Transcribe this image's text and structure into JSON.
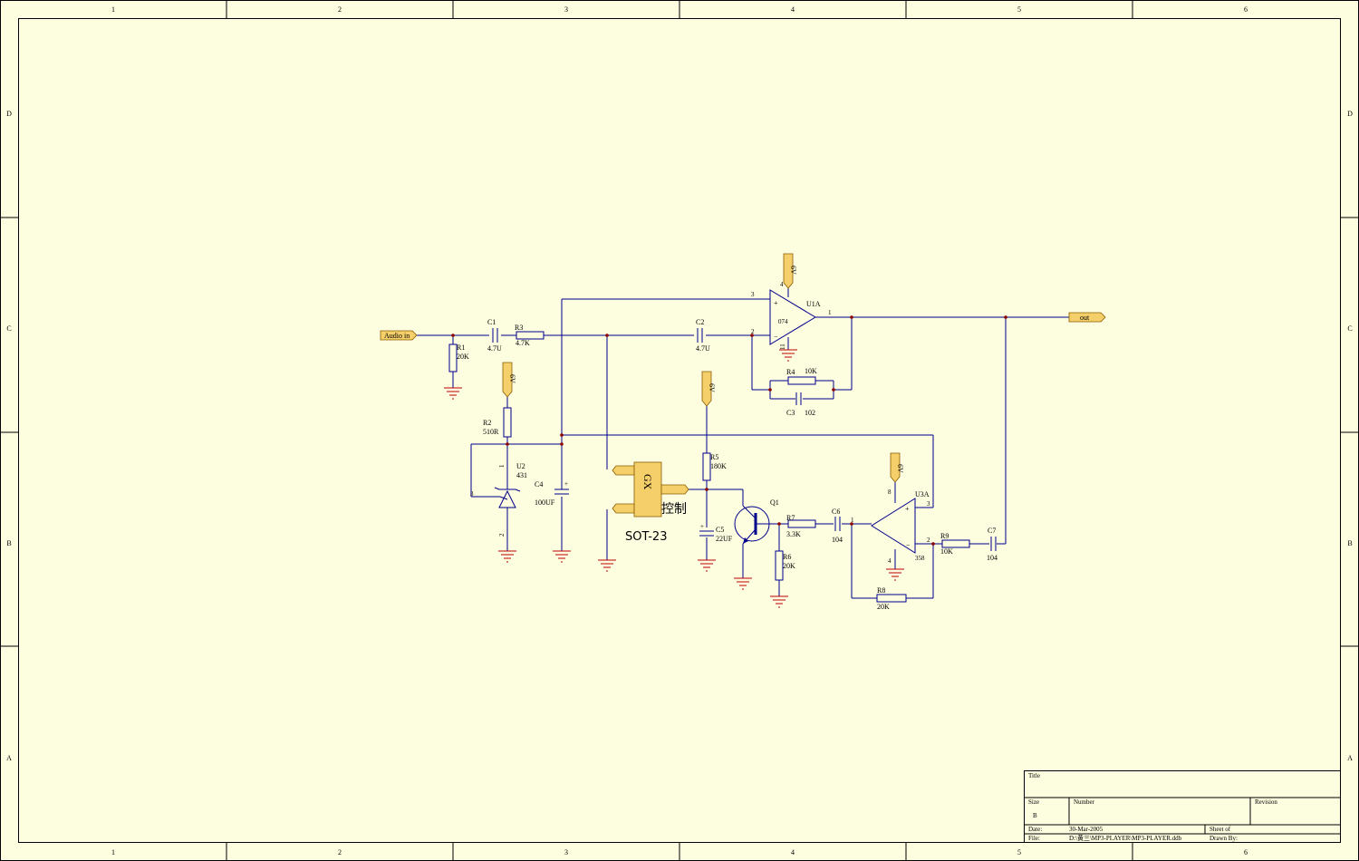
{
  "border": {
    "columns": [
      "1",
      "2",
      "3",
      "4",
      "5",
      "6"
    ],
    "rows": [
      "D",
      "C",
      "B",
      "A"
    ]
  },
  "ports": {
    "input": "Audio in",
    "output": "out"
  },
  "power_flags": {
    "u1_vcc": "6V",
    "r2_vcc": "6V",
    "r5_vcc": "6V",
    "u3_vcc": "6V"
  },
  "components": {
    "c1": {
      "ref": "C1",
      "value": "4.7U"
    },
    "r1": {
      "ref": "R1",
      "value": "20K"
    },
    "r3": {
      "ref": "R3",
      "value": "4.7K"
    },
    "c2": {
      "ref": "C2",
      "value": "4.7U"
    },
    "u1": {
      "ref": "U1A",
      "value": "074",
      "pin_plus": "3",
      "pin_minus": "2",
      "pin_out": "1",
      "pin_vcc": "4",
      "pin_gnd": "11"
    },
    "r4": {
      "ref": "R4",
      "value": "10K"
    },
    "c3": {
      "ref": "C3",
      "value": "102"
    },
    "r2": {
      "ref": "R2",
      "value": "510R"
    },
    "u2": {
      "ref": "U2",
      "value": "431",
      "pin_a": "1",
      "pin_b": "2",
      "pin_c": "3"
    },
    "c4": {
      "ref": "C4",
      "value": "100UF"
    },
    "gx": {
      "label": "GX",
      "control": "控制",
      "package": "SOT-23"
    },
    "r5": {
      "ref": "R5",
      "value": "180K"
    },
    "c5": {
      "ref": "C5",
      "value": "22UF"
    },
    "q1": {
      "ref": "Q1"
    },
    "r6": {
      "ref": "R6",
      "value": "20K"
    },
    "r7": {
      "ref": "R7",
      "value": "3.3K"
    },
    "c6": {
      "ref": "C6",
      "value": "104"
    },
    "u3": {
      "ref": "U3A",
      "value": "358",
      "pin_plus": "3",
      "pin_minus": "2",
      "pin_out": "1",
      "pin_vcc": "8",
      "pin_gnd": "4"
    },
    "r8": {
      "ref": "R8",
      "value": "20K"
    },
    "r9": {
      "ref": "R9",
      "value": "10K"
    },
    "c7": {
      "ref": "C7",
      "value": "104"
    }
  },
  "title_block": {
    "title_label": "Title",
    "size_label": "Size",
    "size_value": "B",
    "number_label": "Number",
    "revision_label": "Revision",
    "date_label": "Date:",
    "date_value": "30-Mar-2005",
    "sheet_label": "Sheet    of",
    "file_label": "File:",
    "file_value": "D:\\黄三\\MP3-PLAYER\\MP3-PLAYER.ddb",
    "drawn_label": "Drawn By:"
  }
}
